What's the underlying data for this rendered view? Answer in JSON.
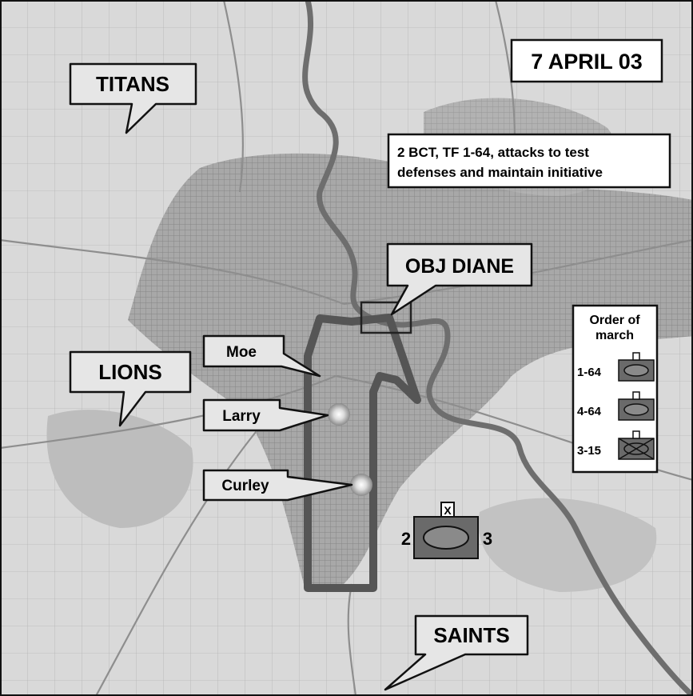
{
  "date_box": "7 APRIL 03",
  "mission_text": {
    "line1": "2 BCT, TF 1-64, attacks to test",
    "line2": "defenses and maintain initiative"
  },
  "objective": "OBJ DIANE",
  "units": {
    "titans": "TITANS",
    "lions": "LIONS",
    "saints": "SAINTS"
  },
  "checkpoints": [
    "Moe",
    "Larry",
    "Curley"
  ],
  "brigade_symbol": {
    "left": "2",
    "right": "3",
    "echelon": "X"
  },
  "order_of_march": {
    "title_line1": "Order of",
    "title_line2": "march",
    "units": [
      {
        "label": "1-64",
        "type": "armor"
      },
      {
        "label": "4-64",
        "type": "armor"
      },
      {
        "label": "3-15",
        "type": "mechanized-infantry"
      }
    ]
  },
  "colors": {
    "map_background": "#d9d9d9",
    "urban": "#9c9c9c",
    "river": "#6e6e6e",
    "arrow": "#555555",
    "unit_fill": "#6a6a6a"
  }
}
